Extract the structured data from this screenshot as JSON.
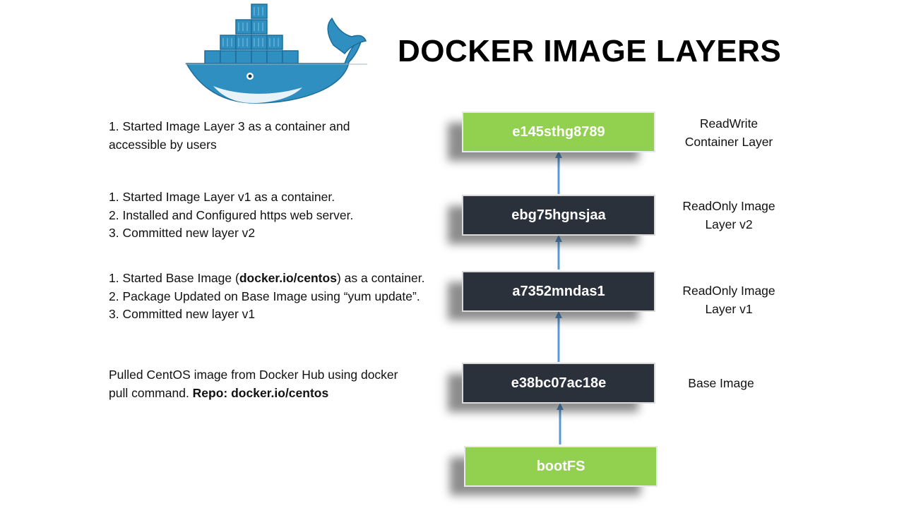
{
  "title": "DOCKER IMAGE LAYERS",
  "logo": {
    "icon": "docker-whale-icon",
    "colors": {
      "whale": "#2f8fc0",
      "container": "#2f8fc0",
      "belly": "#e8f3f9"
    }
  },
  "layers": [
    {
      "id": "e145sthg8789",
      "label": [
        "ReadWrite",
        "Container Layer"
      ],
      "color": "#92d050"
    },
    {
      "id": "ebg75hgnsjaa",
      "label": [
        "ReadOnly Image",
        "Layer v2"
      ],
      "color": "#2b313b"
    },
    {
      "id": "a7352mndas1",
      "label": [
        "ReadOnly Image",
        "Layer v1"
      ],
      "color": "#2b313b"
    },
    {
      "id": "e38bc07ac18e",
      "label": [
        "Base Image"
      ],
      "color": "#2b313b"
    },
    {
      "id": "bootFS",
      "color": "#92d050"
    }
  ],
  "descriptions": {
    "layer3": [
      "1. Started Image Layer 3 as a container and",
      "accessible by users"
    ],
    "v2": [
      "1. Started Image Layer v1 as a container.",
      "2. Installed and Configured https web server.",
      "3. Committed new layer v2"
    ],
    "v1": {
      "line1_pre": "1. Started Base Image (",
      "line1_bold": "docker.io/centos",
      "line1_post": ")  as a container.",
      "line2": "2. Package Updated on Base Image using “yum update”.",
      "line3": "3. Committed new layer v1"
    },
    "base": {
      "line1": "Pulled CentOS image from Docker Hub using docker",
      "line2_pre": "pull command. ",
      "line2_bold": "Repo: docker.io/centos"
    }
  },
  "arrow_color": "#5b9bd5"
}
